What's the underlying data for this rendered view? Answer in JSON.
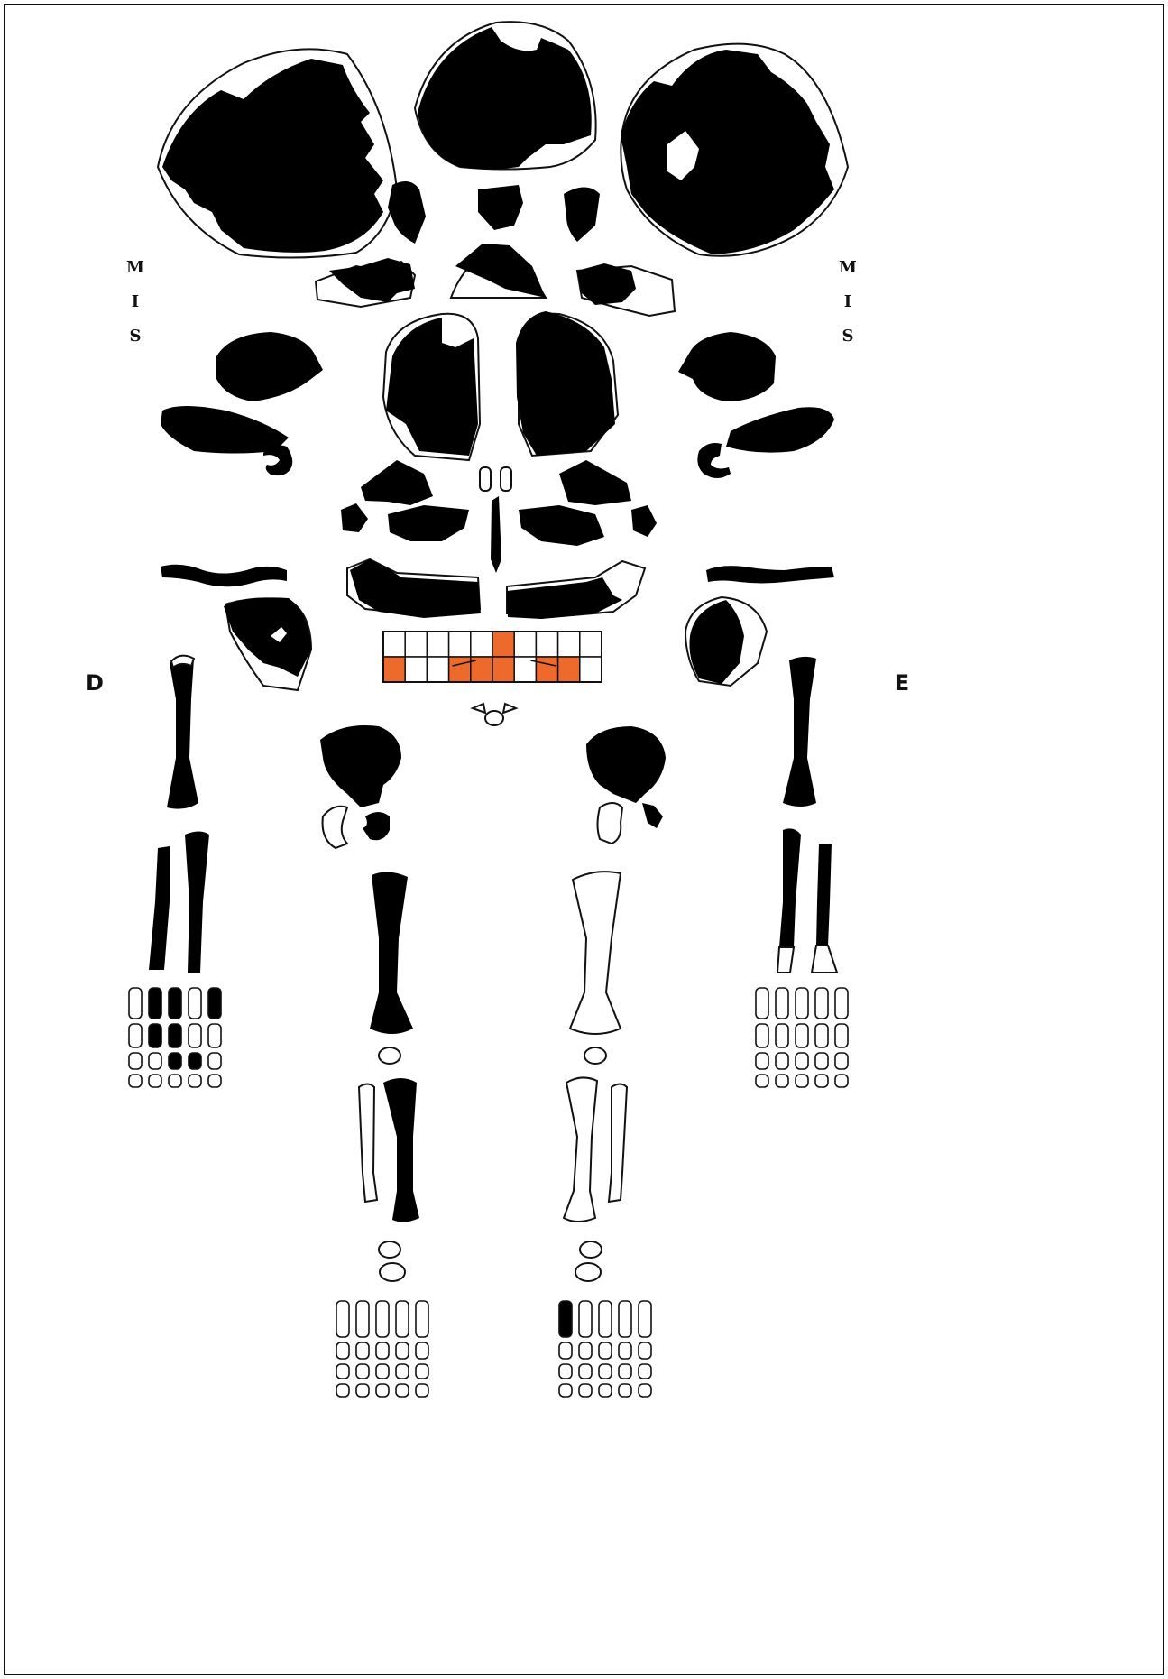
{
  "labels": {
    "mis_left": [
      "M",
      "I",
      "S"
    ],
    "mis_right": [
      "M",
      "I",
      "S"
    ],
    "side_right_body": "D",
    "side_left_body": "E"
  },
  "colors": {
    "present": "#000000",
    "absent": "#ffffff",
    "tooth_present": "#ee6a2c",
    "outline": "#111111",
    "border": "#111111"
  },
  "dentition": {
    "upper_row": [
      0,
      0,
      0,
      0,
      0,
      1,
      0,
      0,
      0,
      0
    ],
    "lower_row": [
      1,
      0,
      0,
      1,
      1,
      1,
      0,
      1,
      1,
      0
    ]
  }
}
